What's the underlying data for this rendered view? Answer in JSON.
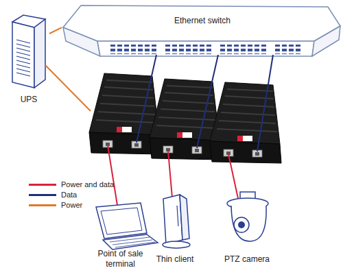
{
  "diagram": {
    "nodes": [
      {
        "text": [
          "Ethernet switch"
        ]
      },
      {
        "text": [
          "UPS"
        ]
      },
      {
        "text": [
          "Point of sale terminal"
        ]
      },
      {
        "text": [
          "Thin client"
        ]
      },
      {
        "text": [
          "PTZ camera"
        ]
      }
    ],
    "edges": [
      {
        "from": 0,
        "to": 1,
        "arrow": "none"
      }
    ],
    "legend": [
      {
        "text": "Power and data",
        "color": "#d8233a"
      },
      {
        "text": "Data",
        "color": "#1f2f7a"
      },
      {
        "text": "Power",
        "color": "#e0782a"
      }
    ]
  }
}
